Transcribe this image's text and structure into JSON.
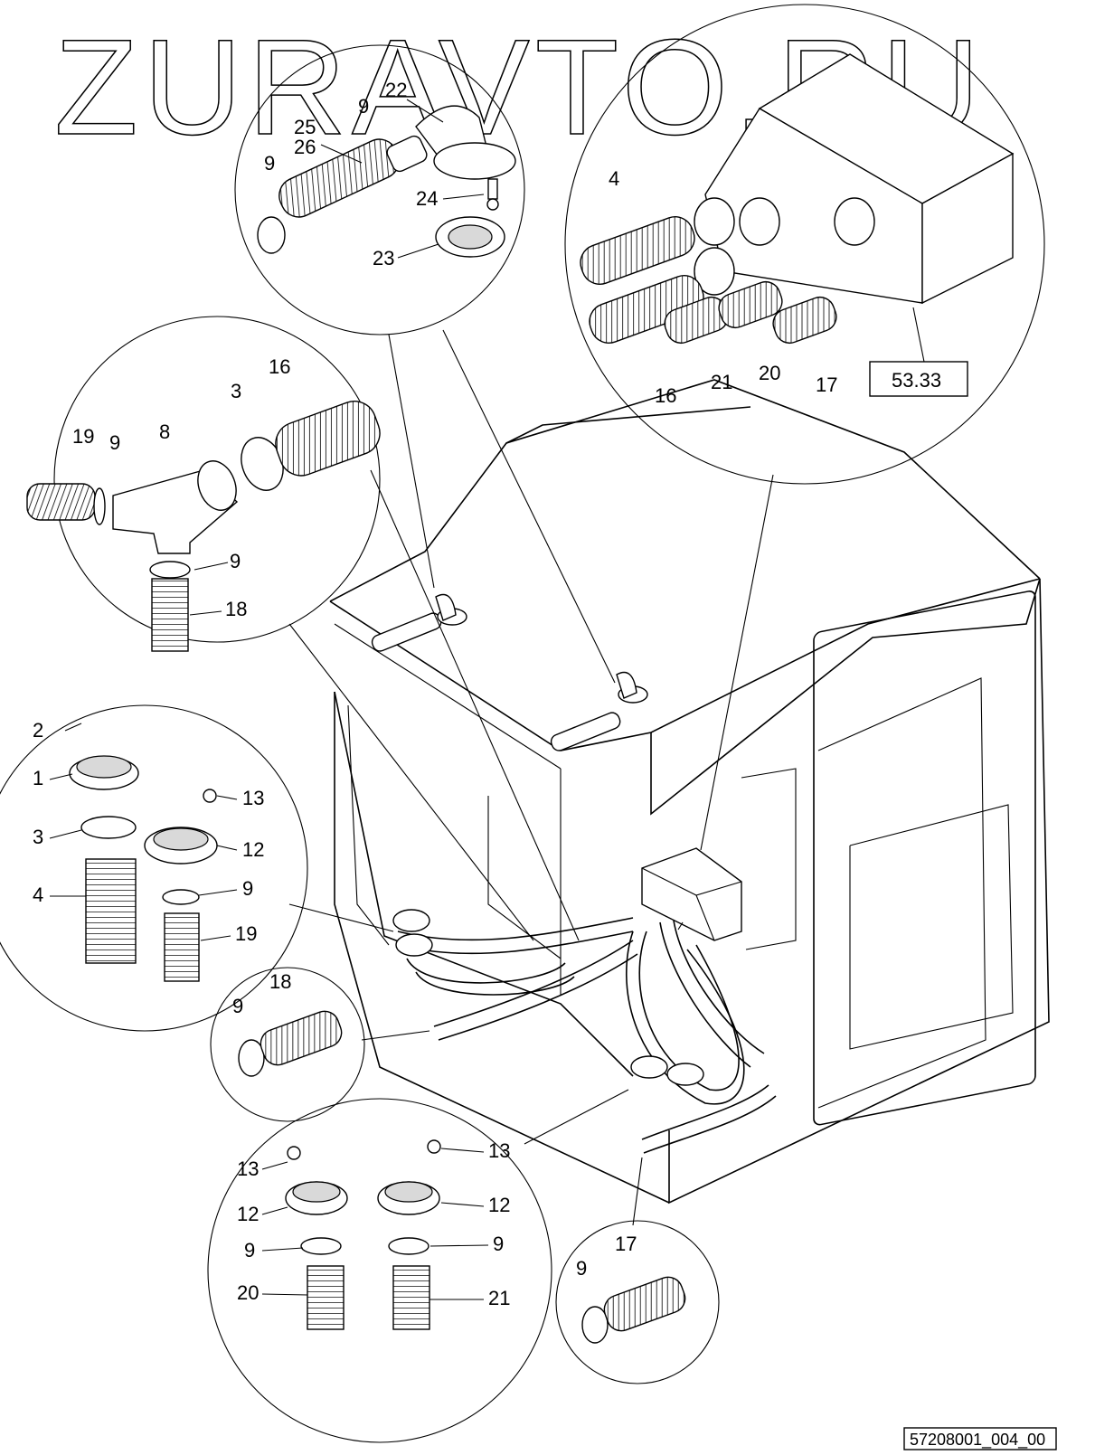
{
  "watermark": "ZURAVTO.RU",
  "drawing_code": "57208001_004_00",
  "reference_box": "53.33",
  "callouts": {
    "top": {
      "c22": "22",
      "c9": "9",
      "c25": "25",
      "c26": "26",
      "c9b": "9",
      "c24": "24",
      "c23": "23"
    },
    "right": {
      "c4": "4",
      "c16": "16",
      "c21": "21",
      "c20": "20",
      "c17": "17"
    },
    "left": {
      "c16": "16",
      "c3": "3",
      "c19": "19",
      "c9": "9",
      "c8": "8",
      "c9b": "9",
      "c18": "18"
    },
    "vents": {
      "c2": "2",
      "c1": "1",
      "c3": "3",
      "c4": "4",
      "c13": "13",
      "c12": "12",
      "c9": "9",
      "c19": "19"
    },
    "mid": {
      "c18": "18",
      "c9": "9"
    },
    "bottom": {
      "c13a": "13",
      "c13b": "13",
      "c12a": "12",
      "c12b": "12",
      "c9a": "9",
      "c9b": "9",
      "c20": "20",
      "c21": "21"
    },
    "small": {
      "c9": "9",
      "c17": "17"
    }
  }
}
